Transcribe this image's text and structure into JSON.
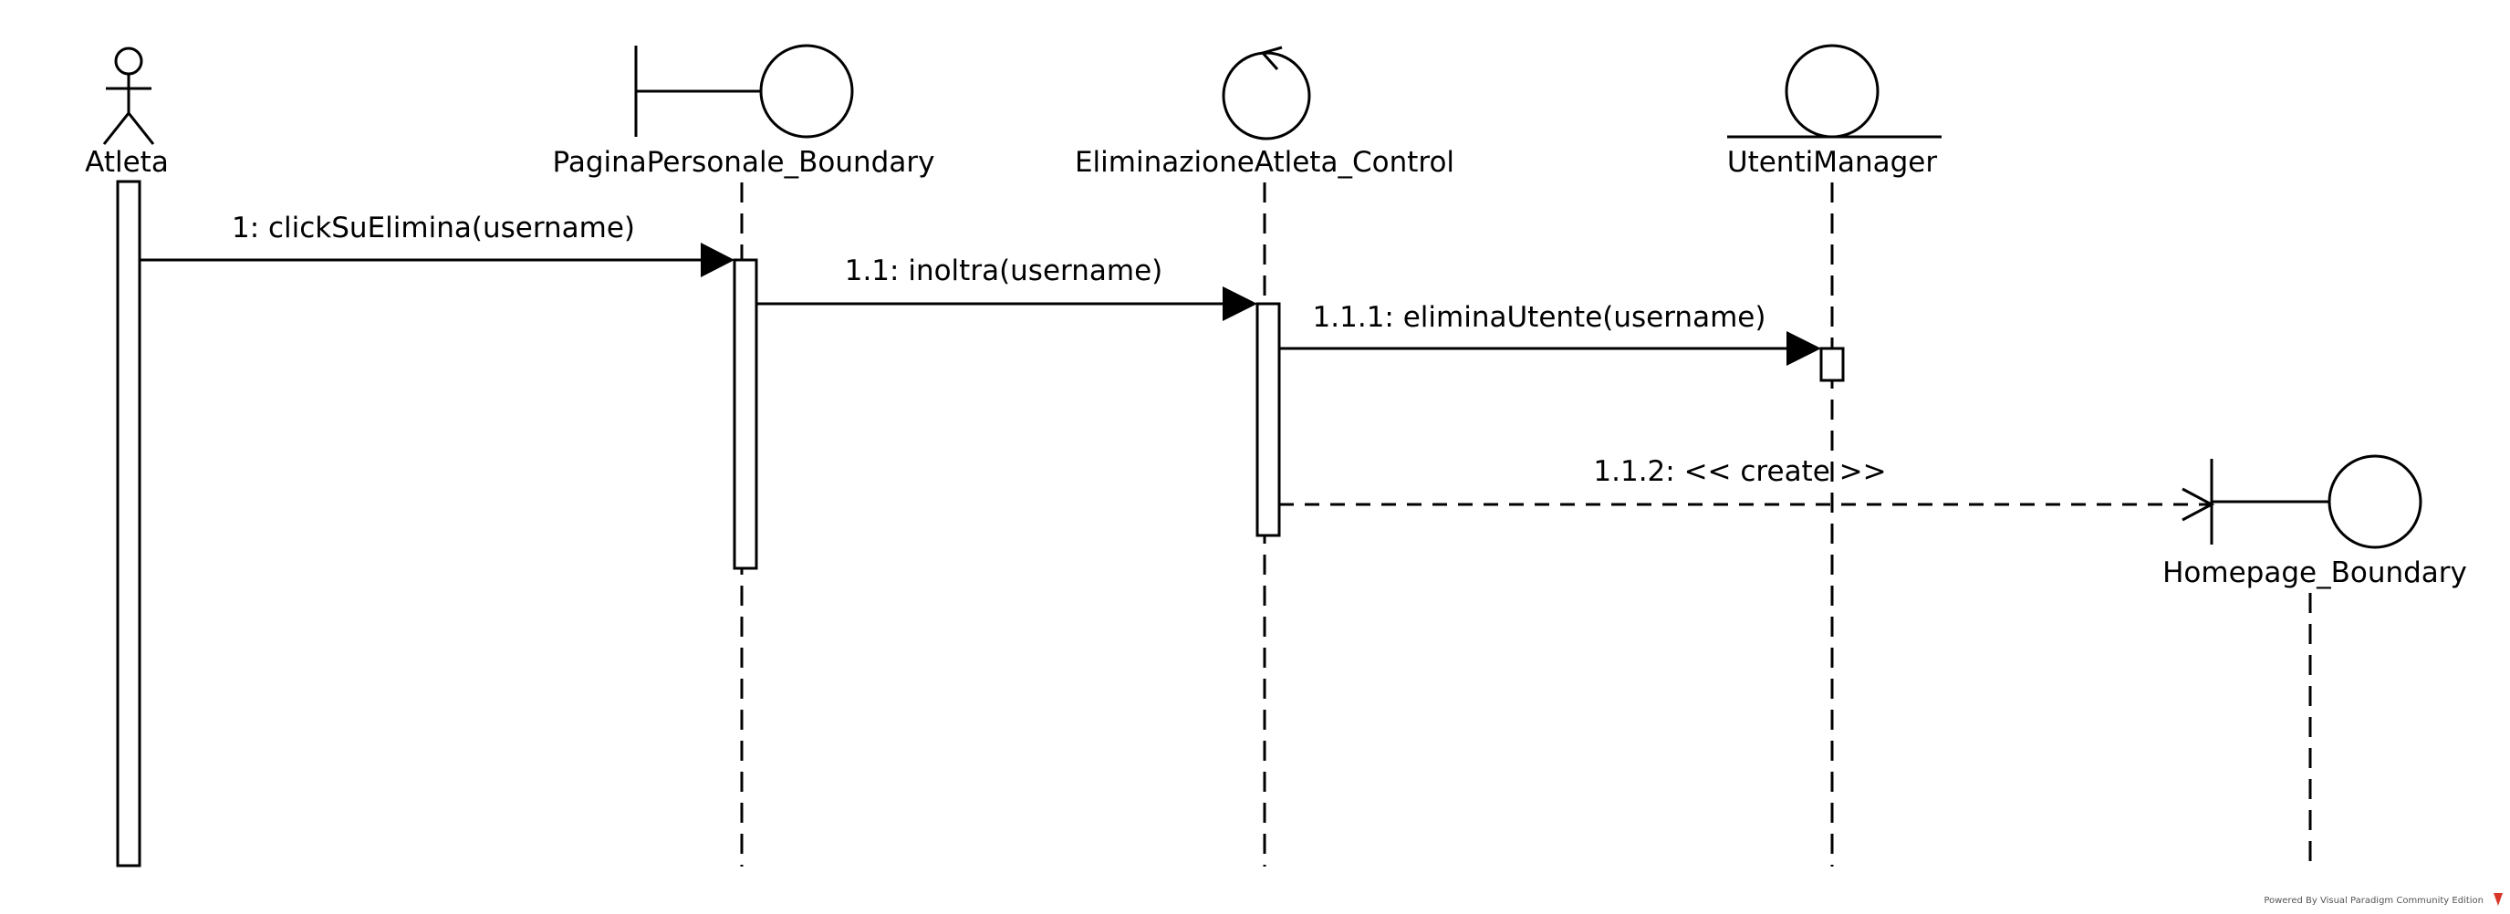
{
  "participants": {
    "atleta": "Atleta",
    "pagina": "PaginaPersonale_Boundary",
    "control": "EliminazioneAtleta_Control",
    "manager": "UtentiManager",
    "homepage": "Homepage_Boundary"
  },
  "messages": {
    "m1": "1: clickSuElimina(username)",
    "m11": "1.1: inoltra(username)",
    "m111": "1.1.1: eliminaUtente(username)",
    "m112": "1.1.2: << create >>"
  },
  "footer": {
    "watermark": "Powered By Visual Paradigm Community Edition"
  }
}
